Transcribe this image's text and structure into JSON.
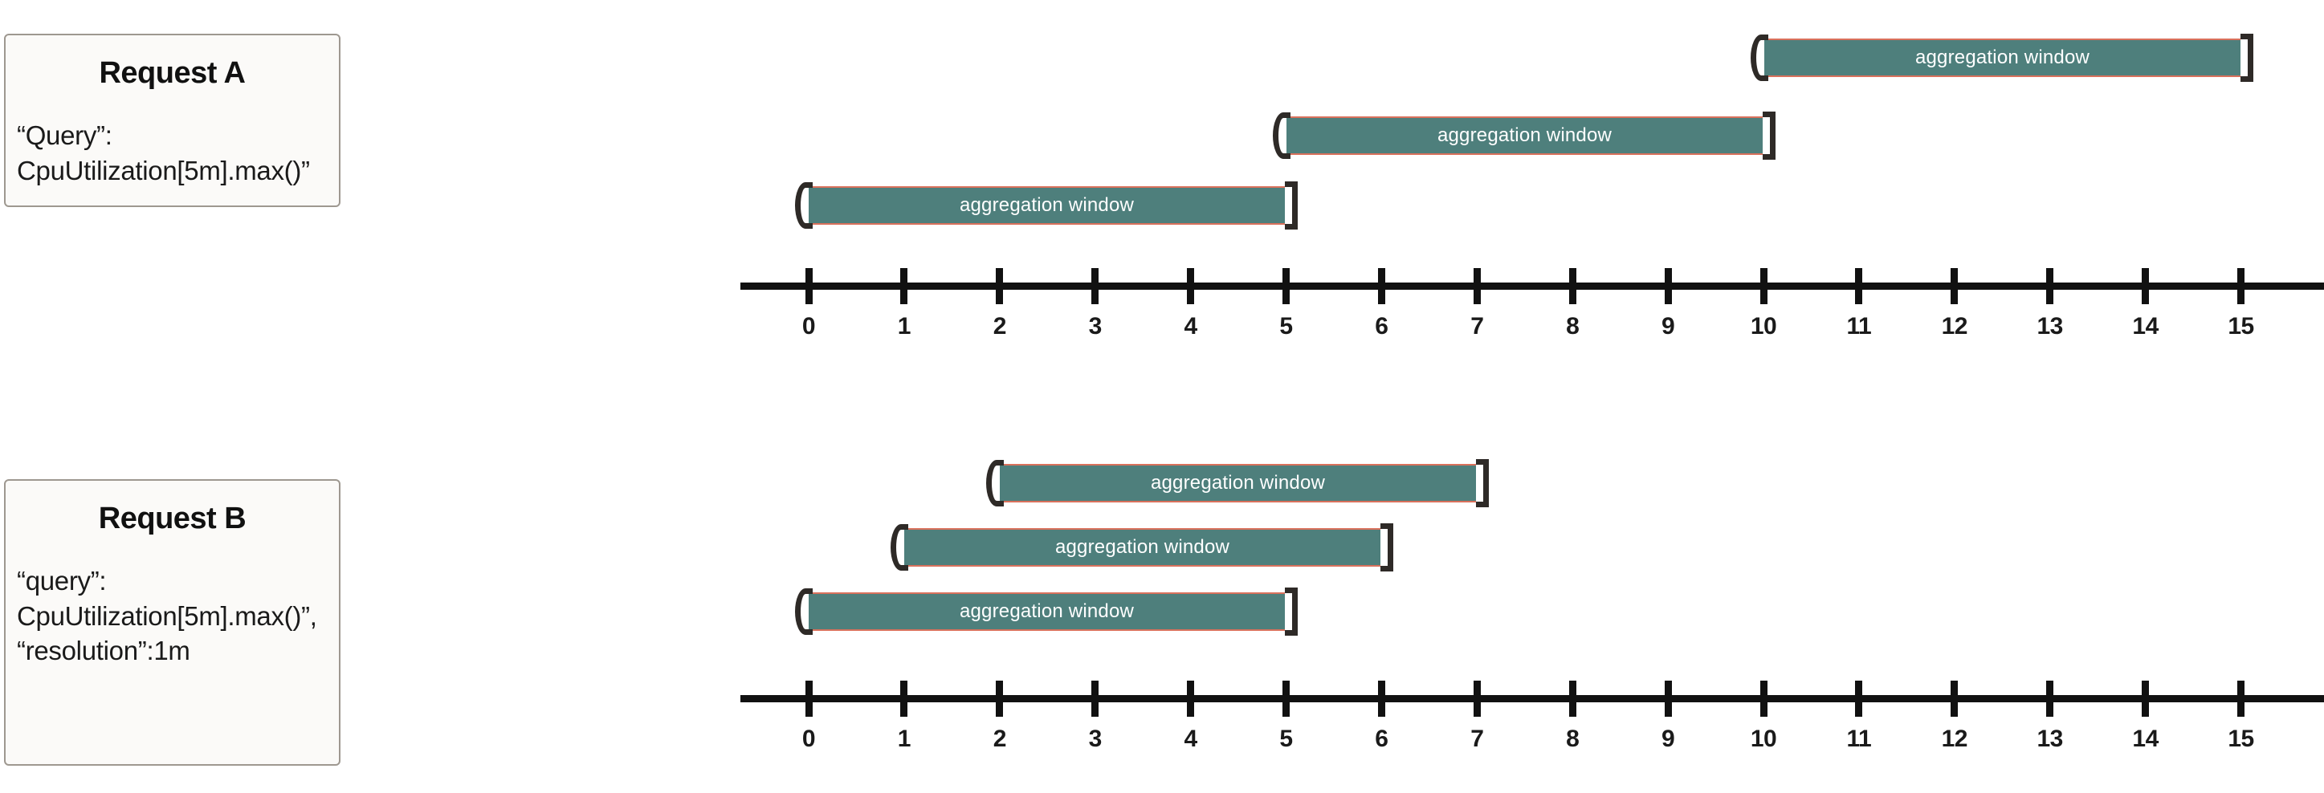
{
  "chart_data": {
    "type": "bar",
    "title": "",
    "xlabel": "",
    "ylabel": "",
    "axis": {
      "ticks": [
        "0",
        "1",
        "2",
        "3",
        "4",
        "5",
        "6",
        "7",
        "8",
        "9",
        "10",
        "11",
        "12",
        "13",
        "14",
        "15"
      ],
      "min": 0,
      "max": 15,
      "grid": false
    },
    "colors": {
      "window_fill": "#4E7F7C",
      "window_edge": "#D9715C",
      "bracket": "#2E2A27",
      "box_border": "#9E9890",
      "box_fill": "#FBFAF8",
      "axis": "#111111",
      "label_text": "#FFFFFF"
    },
    "panels": [
      {
        "id": "request-a",
        "box": {
          "title": "Request A",
          "body": "“Query”: CpuUtilization[5m].max()”"
        },
        "windows": [
          {
            "label": "aggregation window",
            "start": 0,
            "end": 5,
            "row": 2
          },
          {
            "label": "aggregation window",
            "start": 5,
            "end": 10,
            "row": 1
          },
          {
            "label": "aggregation window",
            "start": 10,
            "end": 15,
            "row": 0
          }
        ]
      },
      {
        "id": "request-b",
        "box": {
          "title": "Request B",
          "body": "“query”: CpuUtilization[5m].max()”,\n“resolution”:1m"
        },
        "windows": [
          {
            "label": "aggregation window",
            "start": 0,
            "end": 5,
            "row": 2
          },
          {
            "label": "aggregation window",
            "start": 1,
            "end": 6,
            "row": 1
          },
          {
            "label": "aggregation window",
            "start": 2,
            "end": 7,
            "row": 0
          }
        ]
      }
    ]
  }
}
